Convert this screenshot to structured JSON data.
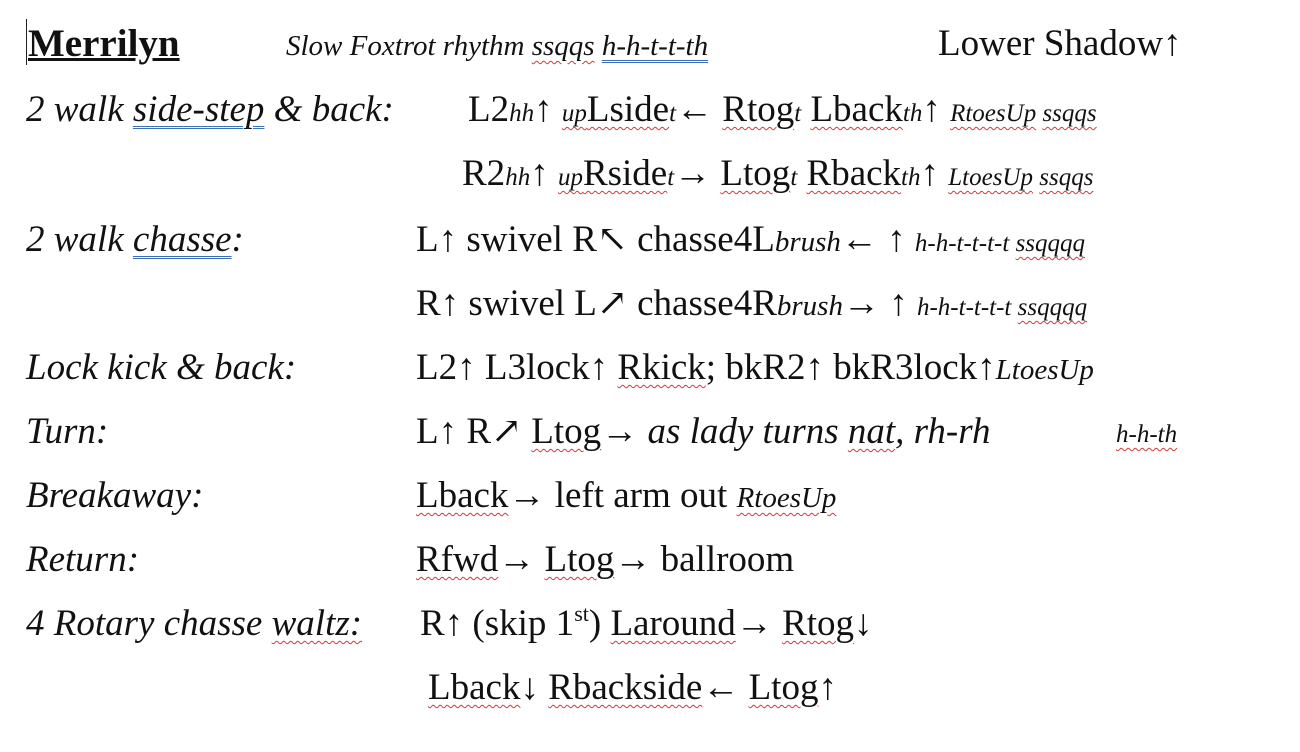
{
  "header": {
    "title": "Merrilyn",
    "rhythm_label": "Slow Foxtrot rhythm",
    "rhythm_code_1": "ssqqs",
    "rhythm_code_2": "h-h-t-t-th",
    "figure_name": "Lower Shadow↑"
  },
  "figures": [
    {
      "label_pre": "2 walk ",
      "label_link": "side-step",
      "label_post": " & back:",
      "lines": [
        {
          "p1": "L2",
          "p2": "hh",
          "p3": "↑ ",
          "p4": "up",
          "p5": "Lside",
          "p6": "t",
          "p7": "← ",
          "p8": "Rtog",
          "p9": "t",
          "p10": " ",
          "p11": "Lback",
          "p12": "th",
          "p13": "↑ ",
          "p14": "RtoesUp",
          "p15": " ",
          "p16": "ssqqs"
        },
        {
          "p1": "R2",
          "p2": "hh",
          "p3": "↑ ",
          "p4": "up",
          "p5": "Rside",
          "p6": "t",
          "p7": "→ ",
          "p8": "Ltog",
          "p9": "t",
          "p10": " ",
          "p11": "Rback",
          "p12": "th",
          "p13": "↑ ",
          "p14": "LtoesUp",
          "p15": " ",
          "p16": "ssqqs"
        }
      ]
    },
    {
      "label_pre": "2 walk ",
      "label_link": "chasse",
      "label_post": ":",
      "lines": [
        {
          "p1": "L↑ swivel R↖ chasse4L",
          "p2": "brush",
          "p3": "← ↑ ",
          "p4": "h-h-t-t-t-t",
          "p5": " ",
          "p6": "ssqqqq"
        },
        {
          "p1": "R↑ swivel L↗ chasse4R",
          "p2": "brush",
          "p3": "→ ↑ ",
          "p4": "h-h-t-t-t-t",
          "p5": " ",
          "p6": "ssqqqq"
        }
      ]
    },
    {
      "label": "Lock kick & back:",
      "line": {
        "p1": "L2↑ L3lock↑ ",
        "p2": "Rkick",
        "p3": "; bkR2↑ bkR3lock↑",
        "p4": "LtoesUp"
      }
    },
    {
      "label": "Turn:",
      "line": {
        "p1": "L↑ R↗ ",
        "p2": "Ltog",
        "p3": "→ ",
        "p4": "as lady turns ",
        "p5": "nat",
        "p6": ", rh-rh",
        "p7": "h-h-th"
      }
    },
    {
      "label": "Breakaway:",
      "line": {
        "p1": "Lback",
        "p2": "→ left arm out ",
        "p3": "RtoesUp"
      }
    },
    {
      "label": "Return:",
      "line": {
        "p1": "Rfwd",
        "p2": "→ ",
        "p3": "Ltog",
        "p4": "→ ballroom"
      }
    },
    {
      "label_pre": "4 Rotary chasse ",
      "label_link": "waltz:",
      "lines": [
        {
          "p1": "R↑ (skip 1",
          "sup": "st",
          "p2": ") ",
          "p3": "Laround",
          "p4": "→ ",
          "p5": "Rtog",
          "p6": "↓"
        },
        {
          "p1": "Lback",
          "p2": "↓ ",
          "p3": "Rbackside",
          "p4": "← ",
          "p5": "Ltog",
          "p6": "↑"
        }
      ]
    }
  ]
}
